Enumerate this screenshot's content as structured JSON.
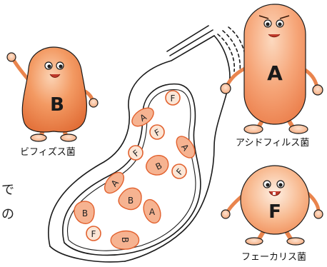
{
  "captions": {
    "bifidus": "ビフィズス菌",
    "acidophilus": "アシドフィルス菌",
    "faecalis": "フェーカリス菌"
  },
  "character_letters": {
    "bifidus": "B",
    "acidophilus": "A",
    "faecalis": "F"
  },
  "edge_text": {
    "line1": "で",
    "line2": "の"
  },
  "intestine_bacteria": [
    {
      "shape": "circle",
      "letter": "F"
    },
    {
      "shape": "oval",
      "letter": "A"
    },
    {
      "shape": "circle",
      "letter": "F"
    },
    {
      "shape": "oval",
      "letter": "A"
    },
    {
      "shape": "circle",
      "letter": "F"
    },
    {
      "shape": "blob",
      "letter": "B"
    },
    {
      "shape": "circle",
      "letter": "F"
    },
    {
      "shape": "oval",
      "letter": "A"
    },
    {
      "shape": "blob",
      "letter": "B"
    },
    {
      "shape": "oval",
      "letter": "A"
    },
    {
      "shape": "blob",
      "letter": "B"
    },
    {
      "shape": "circle",
      "letter": "F"
    },
    {
      "shape": "blob",
      "letter": "B"
    }
  ],
  "colors": {
    "orange_light": "#f7b48a",
    "orange_mid": "#f0844f",
    "orange_dark": "#d85a28",
    "outline": "#1a1a1a",
    "bacteria_fill": "#f6b391"
  }
}
